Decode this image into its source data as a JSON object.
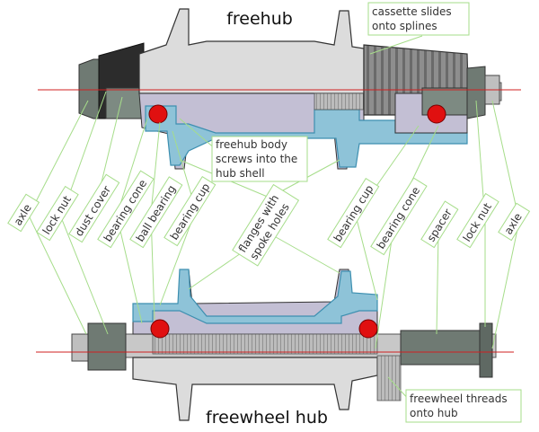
{
  "titles": {
    "top": "freehub",
    "bottom": "freewheel hub"
  },
  "notes": {
    "cassette": [
      "cassette slides",
      "onto splines"
    ],
    "freehub_body": [
      "freehub body",
      "screws into the",
      "hub shell"
    ],
    "freewheel_threads": [
      "freewheel threads",
      "onto hub"
    ]
  },
  "labels": {
    "axle_left": "axle",
    "lock_nut_left": "lock nut",
    "dust_cover": "dust cover",
    "bearing_cone_left": "bearing cone",
    "ball_bearing": "ball bearing",
    "bearing_cup_left": "bearing cup",
    "flanges": [
      "flanges with",
      "spoke holes"
    ],
    "bearing_cup_right": "bearing cup",
    "bearing_cone_right": "bearing cone",
    "spacer": "spacer",
    "lock_nut_right": "lock nut",
    "axle_right": "axle"
  },
  "colors": {
    "shell": "#dcdcdc",
    "shell_dark": "#bdbdbd",
    "section_blue": "#8ec3d8",
    "section_outline": "#3d8fb0",
    "bore_purple": "#c3bfd4",
    "bearing_red": "#e01010",
    "axle_line": "#d02020",
    "leader_green": "#a6dd8a",
    "nut_grey": "#6f7a73",
    "dust_cover_black": "#2c2c2c",
    "cassette_grey": "#8a8a8a"
  }
}
